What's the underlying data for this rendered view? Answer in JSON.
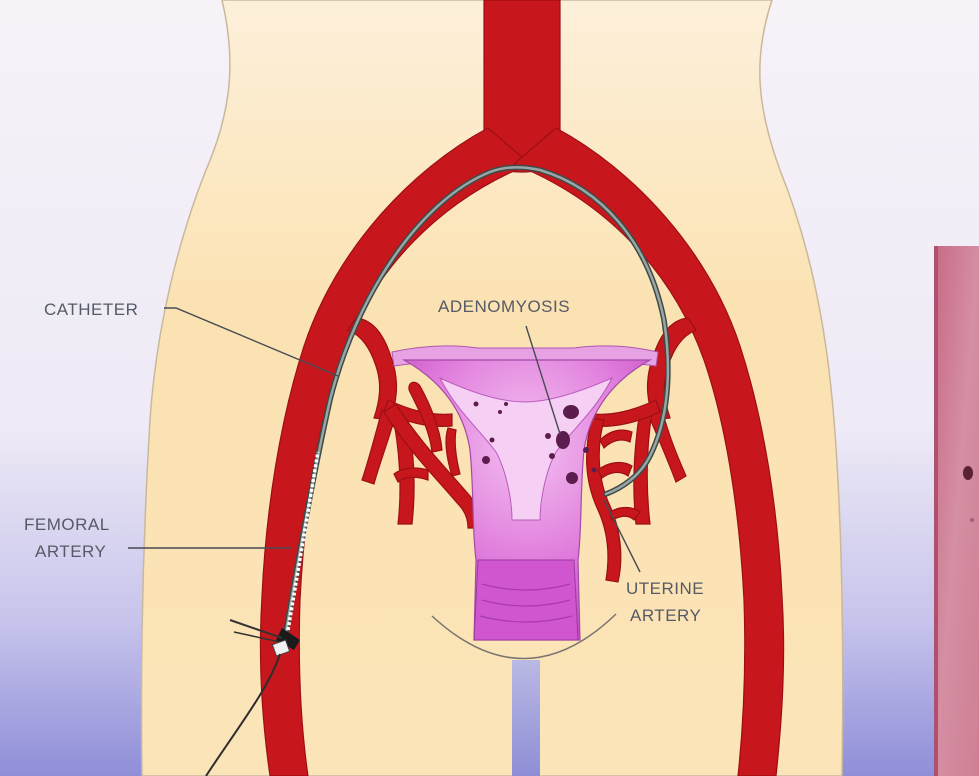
{
  "labels": {
    "catheter": "CATHETER",
    "adenomyosis": "ADENOMYOSIS",
    "femoral_line1": "FEMORAL",
    "femoral_line2": "ARTERY",
    "uterine_line1": "UTERINE",
    "uterine_line2": "ARTERY"
  },
  "colors": {
    "skin": "#fbe2b2",
    "artery": "#c8161d",
    "artery_dark": "#a10f14",
    "catheter": "#7f8a88",
    "uterus": "#d76ad3",
    "uterus_light": "#f2b7ee",
    "background_top": "#f6f0f8",
    "background_bottom": "#8f8ed8",
    "label_text": "#555a66",
    "photo_panel": "#cf7f94"
  }
}
